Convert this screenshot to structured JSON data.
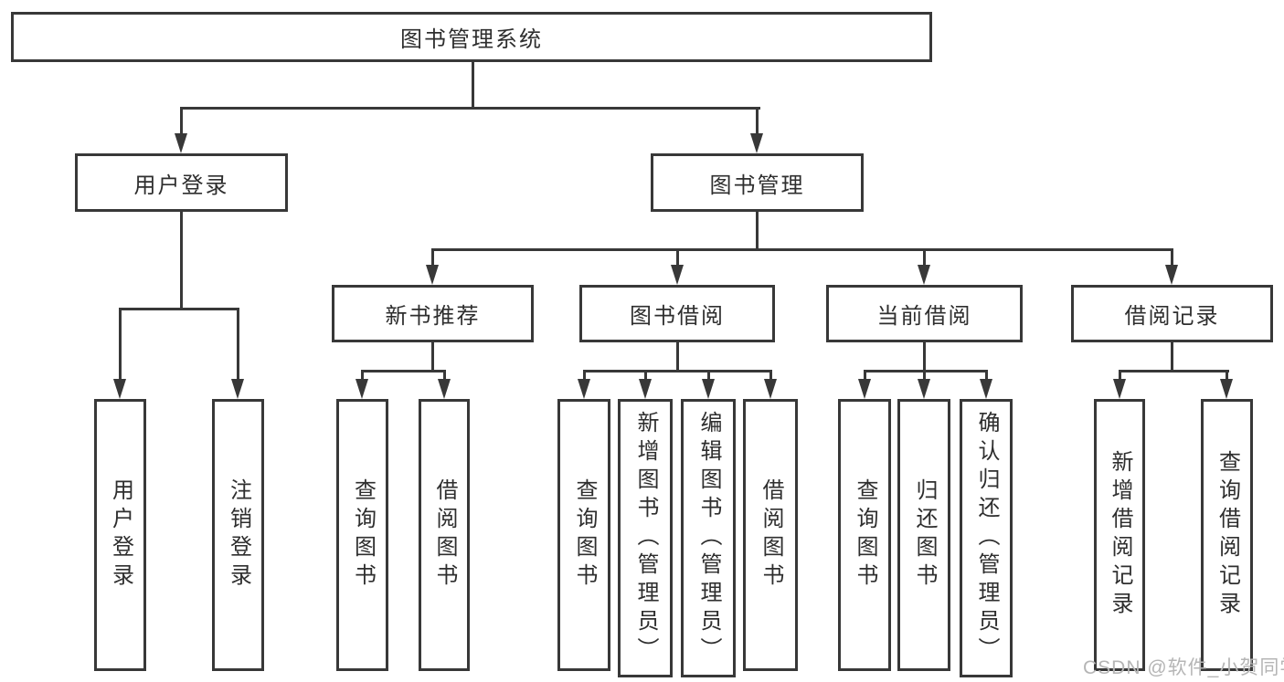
{
  "tree": {
    "label": "图书管理系统",
    "children": [
      {
        "label": "用户登录",
        "children": [
          {
            "label": "用户登录"
          },
          {
            "label": "注销登录"
          }
        ]
      },
      {
        "label": "图书管理",
        "children": [
          {
            "label": "新书推荐",
            "children": [
              {
                "label": "查询图书"
              },
              {
                "label": "借阅图书"
              }
            ]
          },
          {
            "label": "图书借阅",
            "children": [
              {
                "label": "查询图书"
              },
              {
                "label": "新增图书（管理员）"
              },
              {
                "label": "编辑图书（管理员）"
              },
              {
                "label": "借阅图书"
              }
            ]
          },
          {
            "label": "当前借阅",
            "children": [
              {
                "label": "查询图书"
              },
              {
                "label": "归还图书"
              },
              {
                "label": "确认归还（管理员）"
              }
            ]
          },
          {
            "label": "借阅记录",
            "children": [
              {
                "label": "新增借阅记录"
              },
              {
                "label": "查询借阅记录"
              }
            ]
          }
        ]
      }
    ]
  },
  "watermark": {
    "text": "CSDN @软件_小贺同学"
  },
  "colors": {
    "line": "#383838",
    "text": "#2e2e2e",
    "background": "#ffffff",
    "watermark": "#b5b5b5"
  }
}
